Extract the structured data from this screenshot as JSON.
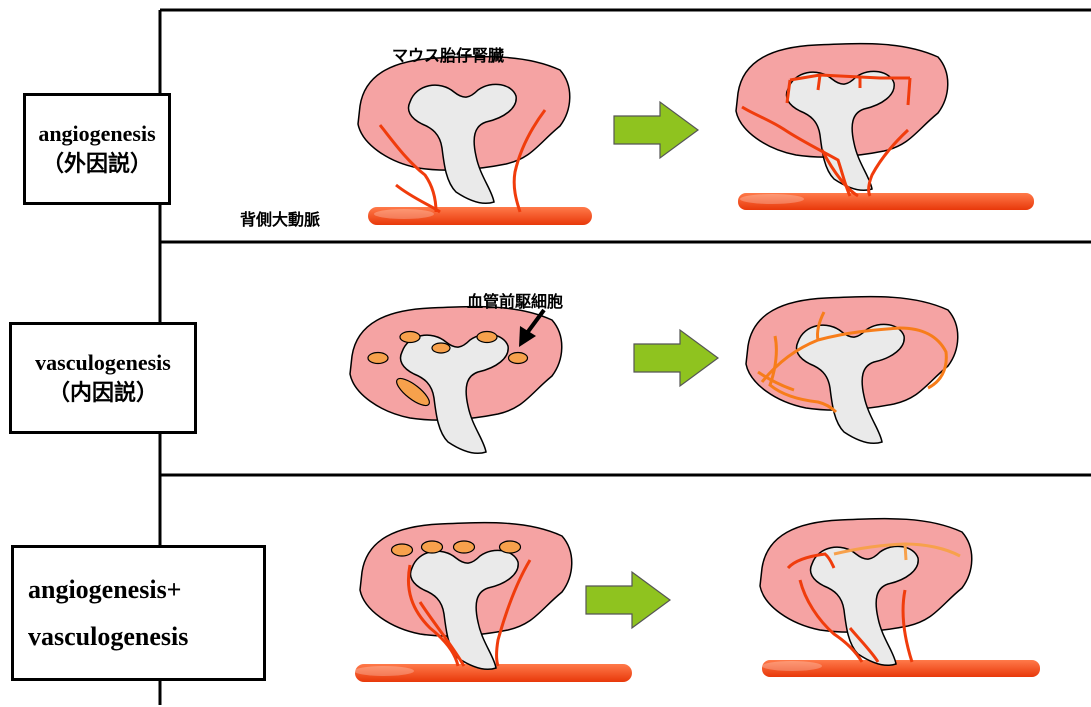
{
  "rows": [
    {
      "label_line1": "angiogenesis",
      "label_line2": "（外因説）"
    },
    {
      "label_line1": "vasculogenesis",
      "label_line2": "（内因説）"
    },
    {
      "label_line1": "angiogenesis+",
      "label_line2": "vasculogenesis"
    }
  ],
  "annotations": {
    "kidney_label": "マウス胎仔腎臓",
    "aorta_label": "背側大動脈",
    "precursor_label": "血管前駆細胞"
  },
  "colors": {
    "kidney_fill": "#f5a3a3",
    "ureteric_bud_fill": "#eaeaea",
    "vessel_red": "#f03c0c",
    "precursor_orange": "#f7a14c",
    "new_vessel_orange": "#f77d1a",
    "arrow_green": "#8fc31f",
    "aorta_fill": "#f24a14"
  },
  "icons": [
    "green-right-arrow-icon"
  ]
}
